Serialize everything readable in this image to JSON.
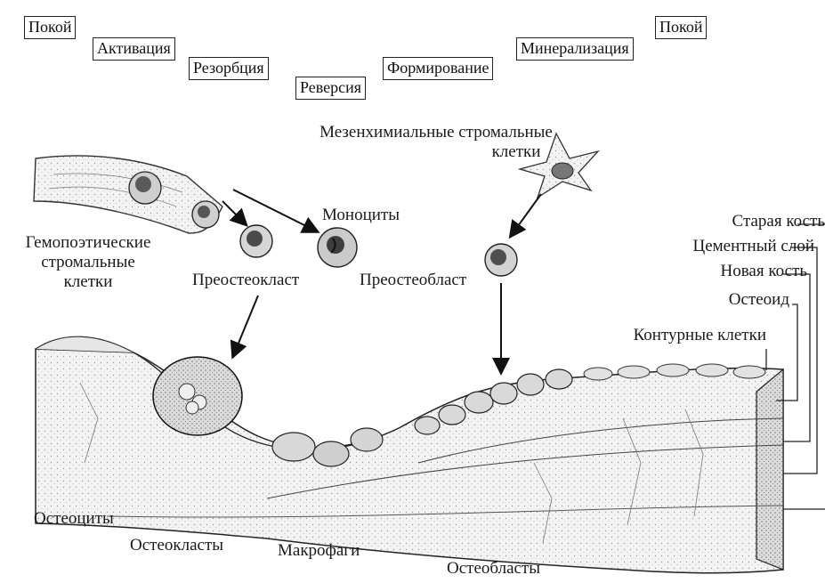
{
  "phases": [
    {
      "id": "rest1",
      "label": "Покой"
    },
    {
      "id": "activation",
      "label": "Активация"
    },
    {
      "id": "resorption",
      "label": "Резорбция"
    },
    {
      "id": "reversal",
      "label": "Реверсия"
    },
    {
      "id": "formation",
      "label": "Формирование"
    },
    {
      "id": "mineralization",
      "label": "Минерализация"
    },
    {
      "id": "rest2",
      "label": "Покой"
    }
  ],
  "labels": {
    "mesenchymal_line1": "Мезенхимиальные стромальные",
    "mesenchymal_line2": "клетки",
    "monocytes": "Моноциты",
    "hematopoietic_line1": "Гемопоэтические",
    "hematopoietic_line2": "стромальные",
    "hematopoietic_line3": "клетки",
    "preosteoclast": "Преостеокласт",
    "preosteoblast": "Преостеобласт",
    "old_bone": "Старая кость",
    "cement_layer": "Цементный слой",
    "new_bone": "Новая кость",
    "osteoid": "Остеоид",
    "lining_cells": "Контурные клетки",
    "osteocytes": "Остеоциты",
    "osteoclasts": "Остеокласты",
    "macrophages": "Макрофаги",
    "osteoblasts": "Остеобласты"
  }
}
